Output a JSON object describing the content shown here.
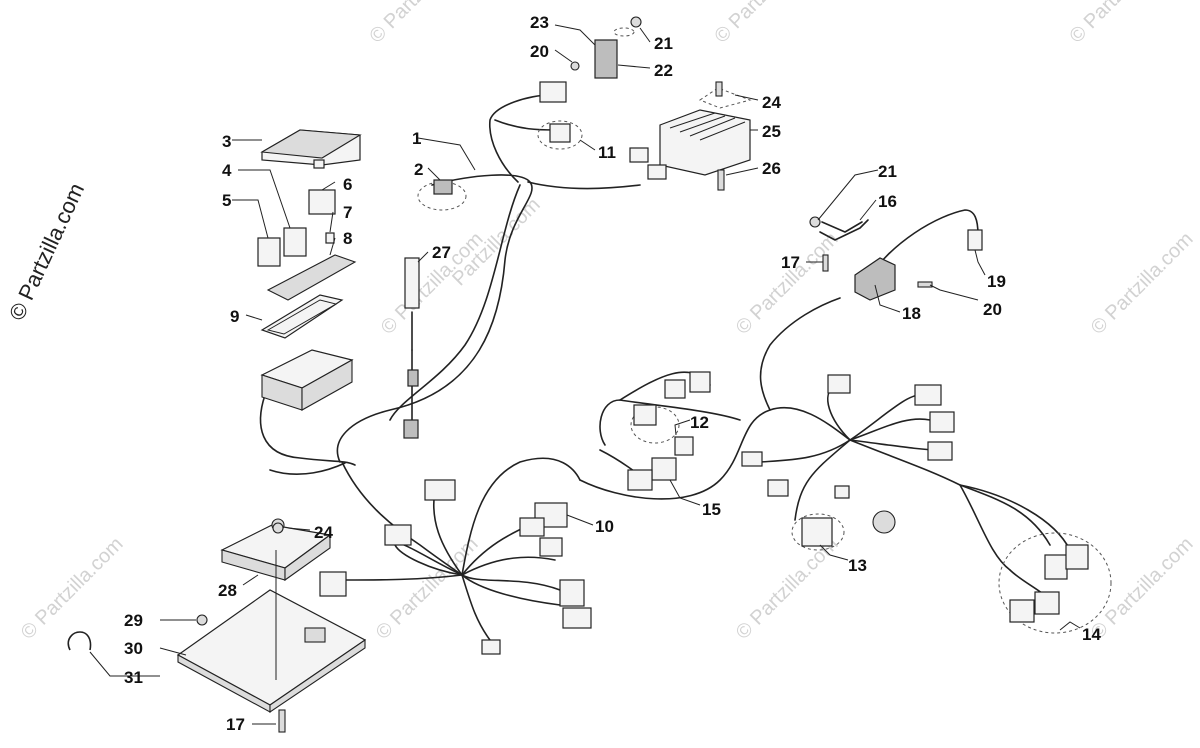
{
  "watermark": {
    "side_text": "© Partzilla.com",
    "tile_text": "© Partzilla.com",
    "diagonal_text": "Partzilla.com"
  },
  "callouts": [
    {
      "id": "c1",
      "label": "1"
    },
    {
      "id": "c2",
      "label": "2"
    },
    {
      "id": "c3",
      "label": "3"
    },
    {
      "id": "c4",
      "label": "4"
    },
    {
      "id": "c5",
      "label": "5"
    },
    {
      "id": "c6",
      "label": "6"
    },
    {
      "id": "c7",
      "label": "7"
    },
    {
      "id": "c8",
      "label": "8"
    },
    {
      "id": "c9",
      "label": "9"
    },
    {
      "id": "c10",
      "label": "10"
    },
    {
      "id": "c11",
      "label": "11"
    },
    {
      "id": "c12",
      "label": "12"
    },
    {
      "id": "c13",
      "label": "13"
    },
    {
      "id": "c14",
      "label": "14"
    },
    {
      "id": "c15",
      "label": "15"
    },
    {
      "id": "c16",
      "label": "16"
    },
    {
      "id": "c17a",
      "label": "17"
    },
    {
      "id": "c17b",
      "label": "17"
    },
    {
      "id": "c18",
      "label": "18"
    },
    {
      "id": "c19",
      "label": "19"
    },
    {
      "id": "c20a",
      "label": "20"
    },
    {
      "id": "c20b",
      "label": "20"
    },
    {
      "id": "c21a",
      "label": "21"
    },
    {
      "id": "c21b",
      "label": "21"
    },
    {
      "id": "c22",
      "label": "22"
    },
    {
      "id": "c23",
      "label": "23"
    },
    {
      "id": "c24a",
      "label": "24"
    },
    {
      "id": "c24b",
      "label": "24"
    },
    {
      "id": "c25",
      "label": "25"
    },
    {
      "id": "c26",
      "label": "26"
    },
    {
      "id": "c27",
      "label": "27"
    },
    {
      "id": "c28",
      "label": "28"
    },
    {
      "id": "c29",
      "label": "29"
    },
    {
      "id": "c30",
      "label": "30"
    },
    {
      "id": "c31",
      "label": "31"
    }
  ]
}
